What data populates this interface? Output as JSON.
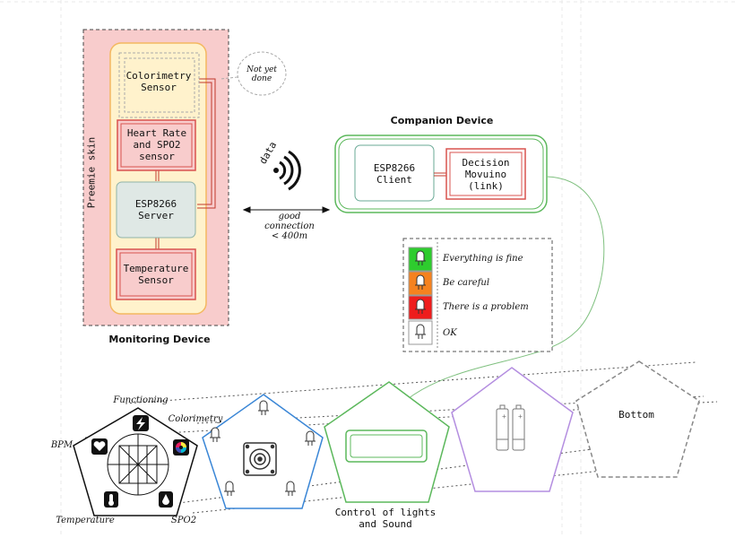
{
  "monitoring": {
    "title": "Monitoring Device",
    "skin_label": "Preemie skin",
    "colorimetry": [
      "Colorimetry",
      "Sensor"
    ],
    "not_yet_done": [
      "Not yet",
      "done"
    ],
    "heart": [
      "Heart Rate",
      "and SPO2",
      "sensor"
    ],
    "esp_server": [
      "ESP8266",
      "Server"
    ],
    "temperature": [
      "Temperature",
      "Sensor"
    ]
  },
  "link": {
    "data_label": "data",
    "connection": [
      "good",
      "connection",
      "< 400m"
    ]
  },
  "companion": {
    "title": "Companion Device",
    "esp_client": [
      "ESP8266",
      "Client"
    ],
    "decision": [
      "Decision",
      "Movuino",
      "(link)"
    ]
  },
  "legend": {
    "items": [
      {
        "label": "Everything is fine",
        "color": "#2ecc2e"
      },
      {
        "label": "Be careful",
        "color": "#f5821f"
      },
      {
        "label": "There is a problem",
        "color": "#ee1c1c"
      },
      {
        "label": "OK",
        "color": "#ffffff"
      }
    ]
  },
  "layers": {
    "labels": {
      "functioning": "Functioning",
      "colorimetry": "Colorimetry",
      "bpm": "BPM",
      "temperature": "Temperature",
      "spo2": "SPO2"
    },
    "control_label": [
      "Control of lights",
      "and Sound"
    ],
    "bottom_label": "Bottom"
  },
  "colors": {
    "pink_fill": "#f8cccc",
    "orange_border": "#f4b860",
    "cream_fill": "#fff2cc",
    "red_border": "#d9534f",
    "green_border": "#5cb85c",
    "teal_border": "#6aaa96",
    "blue": "#3a86d6",
    "purple": "#b48ee0"
  }
}
